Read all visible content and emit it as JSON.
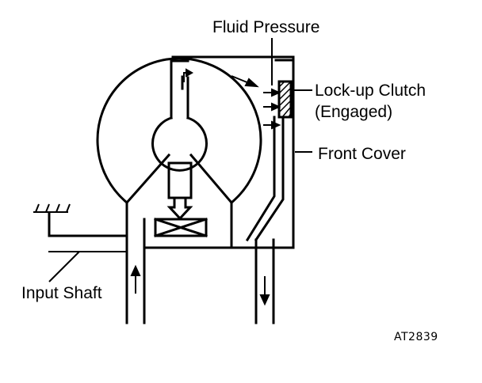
{
  "labels": {
    "fluid_pressure": "Fluid Pressure",
    "lockup_clutch": "Lock-up Clutch",
    "engaged": "(Engaged)",
    "front_cover": "Front Cover",
    "input_shaft": "Input Shaft",
    "figure_id": "AT2839"
  },
  "colors": {
    "ink": "#000000",
    "background": "#ffffff"
  }
}
